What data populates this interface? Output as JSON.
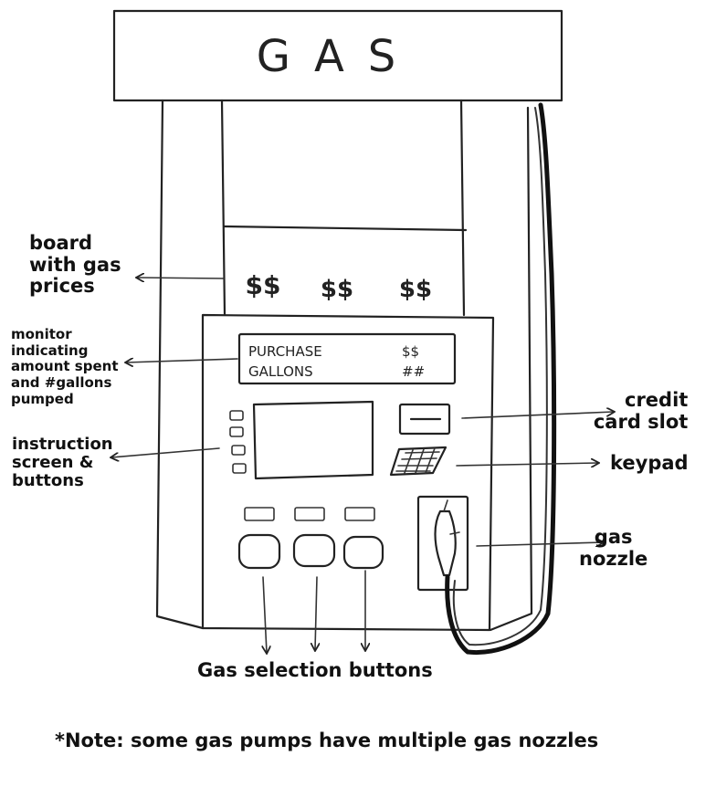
{
  "sign": {
    "text": "GAS"
  },
  "price_board": {
    "prices": [
      "$$",
      "$$",
      "$$"
    ]
  },
  "monitor": {
    "purchase_label": "PURCHASE",
    "purchase_value": "$$",
    "gallons_label": "GALLONS",
    "gallons_value": "##"
  },
  "labels": {
    "board": [
      "board",
      "with gas",
      "prices"
    ],
    "monitor": [
      "monitor",
      "indicating",
      "amount spent",
      "and #gallons",
      "pumped"
    ],
    "instruction": [
      "instruction",
      "screen &",
      "buttons"
    ],
    "credit": [
      "credit",
      "card slot"
    ],
    "keypad": [
      "keypad"
    ],
    "nozzle": [
      "gas",
      "nozzle"
    ],
    "selection": "Gas selection buttons"
  },
  "note": "*Note: some gas pumps have multiple gas nozzles"
}
